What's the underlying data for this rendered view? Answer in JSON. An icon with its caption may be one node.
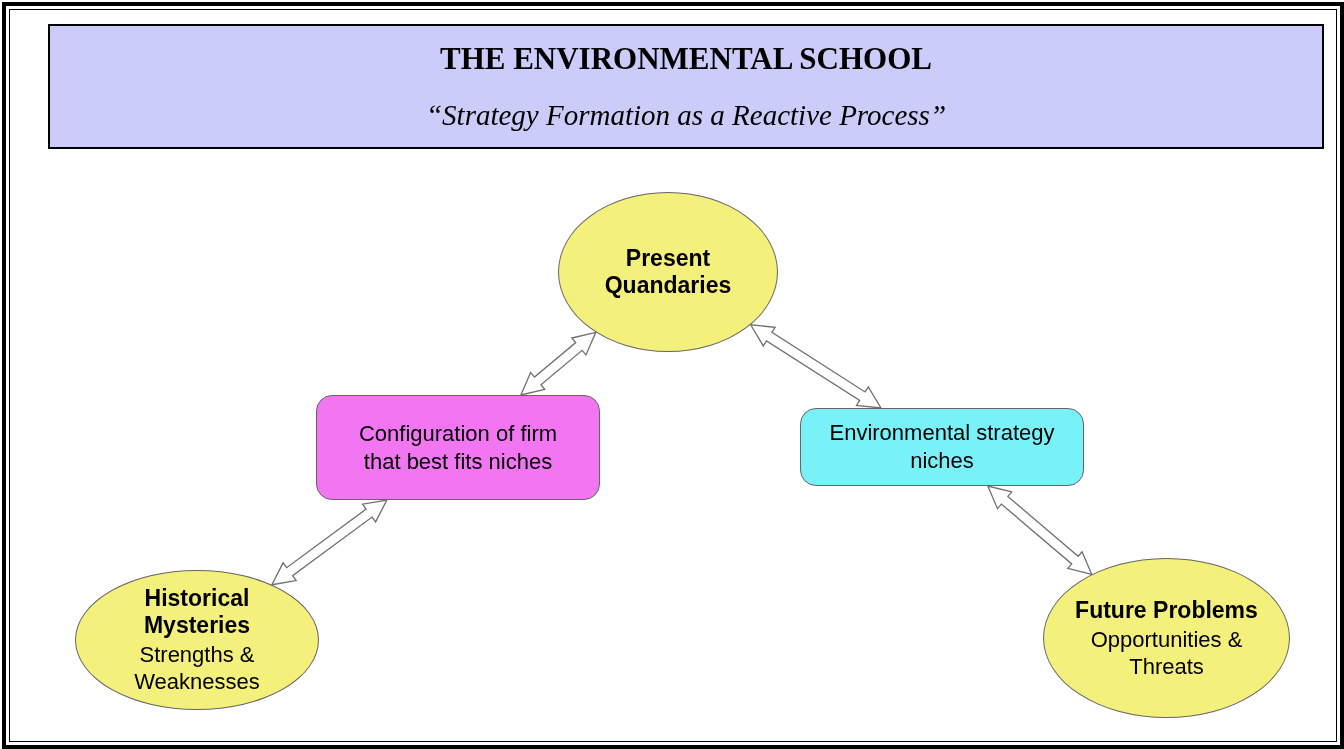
{
  "diagram": {
    "nodes": [
      {
        "text": [
          "THE ENVIRONMENTAL SCHOOL",
          "“Strategy Formation as a Reactive Process”"
        ]
      },
      {
        "text": [
          "Present Quandaries"
        ]
      },
      {
        "text": [
          "Configuration of firm that best fits niches"
        ]
      },
      {
        "text": [
          "Environmental strategy niches"
        ]
      },
      {
        "text": [
          "Historical Mysteries",
          "Strengths & Weaknesses"
        ]
      },
      {
        "text": [
          "Future Problems",
          "Opportunities & Threats"
        ]
      }
    ],
    "edges": [
      {
        "from": 2,
        "to": 1,
        "arrow": "both"
      },
      {
        "from": 1,
        "to": 3,
        "arrow": "both"
      },
      {
        "from": 4,
        "to": 2,
        "arrow": "both"
      },
      {
        "from": 3,
        "to": 5,
        "arrow": "both"
      }
    ]
  }
}
